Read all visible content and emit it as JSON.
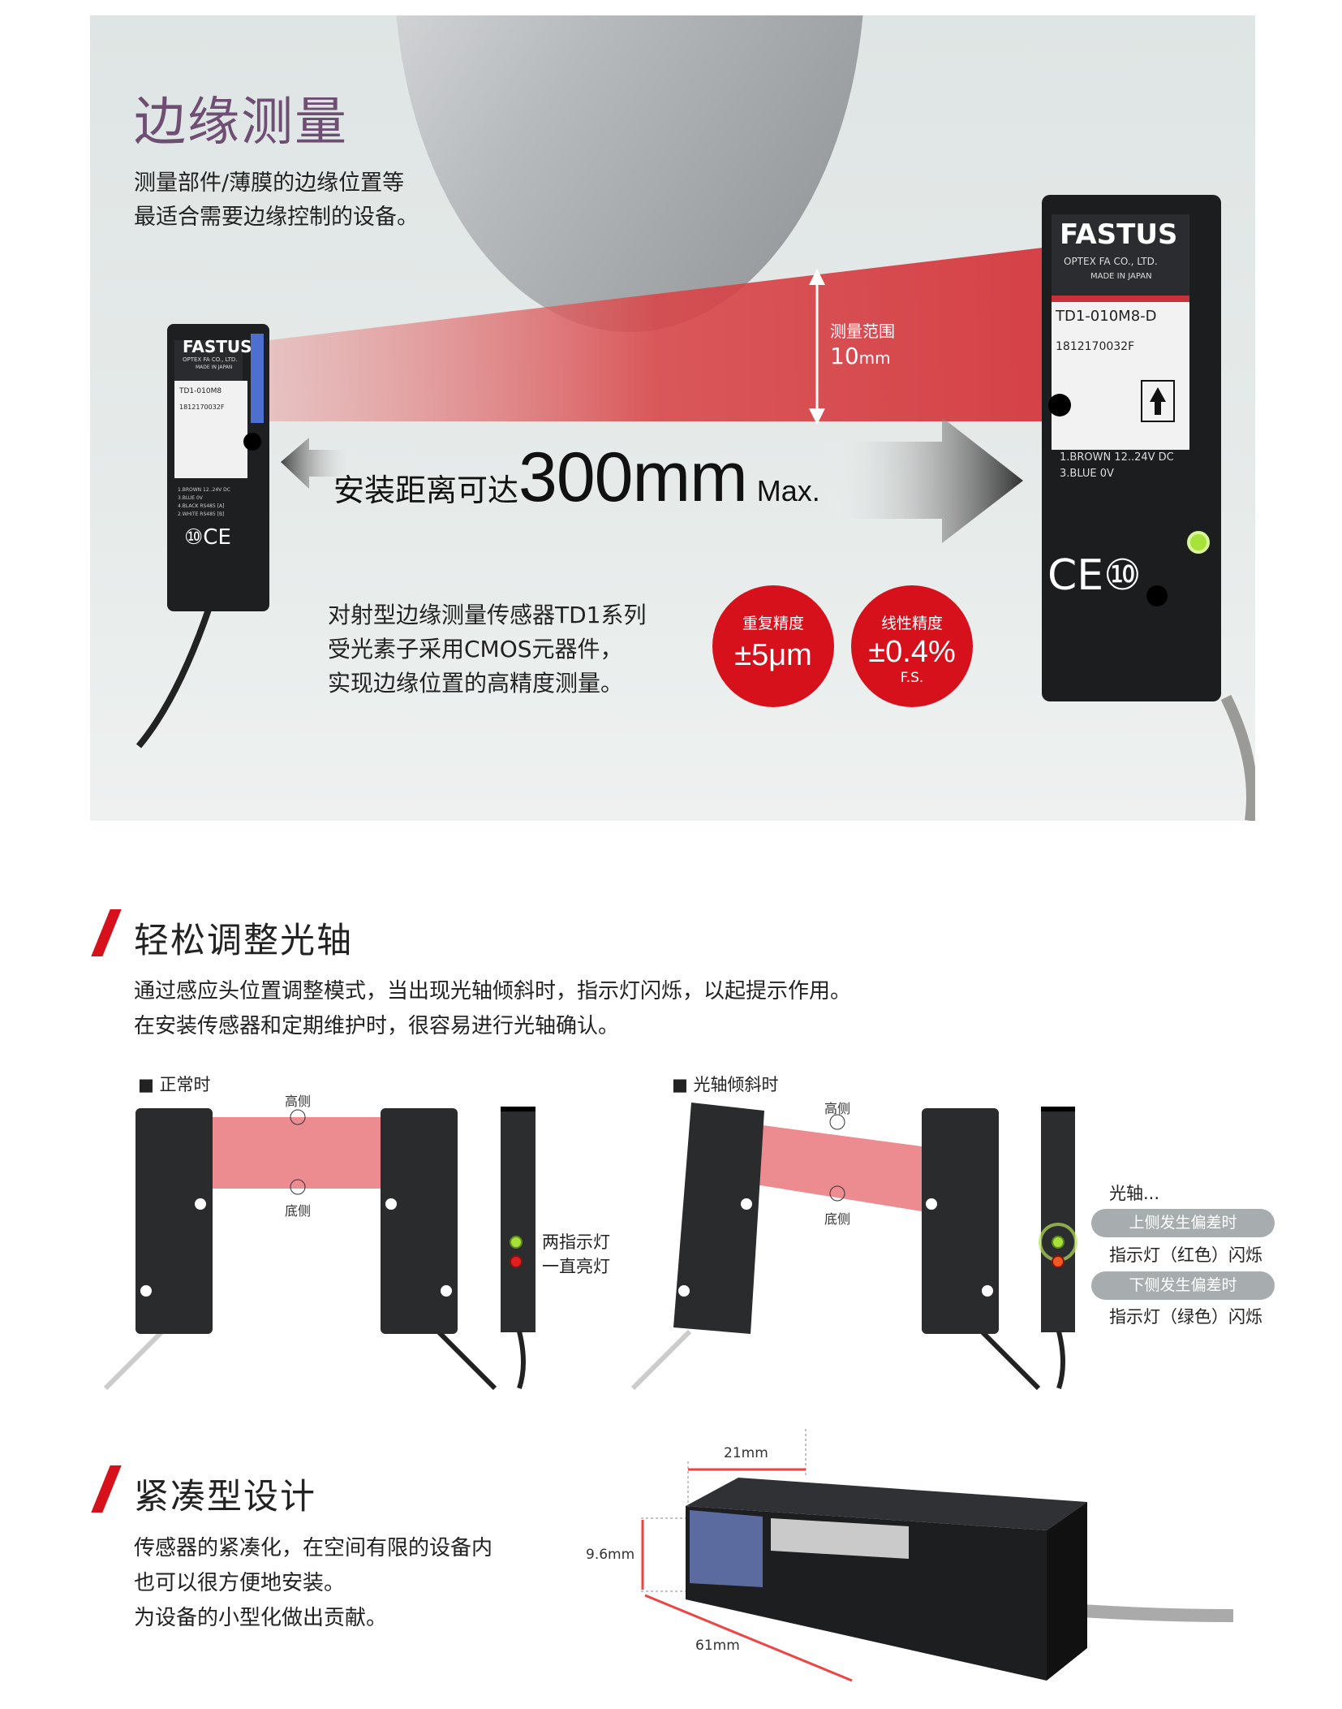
{
  "hero": {
    "title": "边缘测量",
    "subtitle": [
      "测量部件/薄膜的边缘位置等",
      "最适合需要边缘控制的设备。"
    ],
    "range_label": "测量范围",
    "range_value": "10",
    "range_unit": "mm",
    "distance_prefix": "安装距离可达",
    "distance_value": "300mm",
    "distance_suffix": "Max.",
    "description": [
      "对射型边缘测量传感器TD1系列",
      "受光素子采用CMOS元器件，",
      "实现边缘位置的高精度测量。"
    ],
    "badges": [
      {
        "label": "重复精度",
        "value": "±5μm",
        "note": ""
      },
      {
        "label": "线性精度",
        "value": "±0.4%",
        "note": "F.S."
      }
    ],
    "left_sensor": {
      "brand": "FASTUS",
      "maker": "OPTEX FA CO., LTD.",
      "origin": "MADE IN JAPAN",
      "model": "TD1-010M8",
      "serial": "1812170032F",
      "wiring": [
        "1.BROWN 12..24V DC",
        "3.BLUE 0V",
        "4.BLACK RS485 [A]",
        "2.WHITE RS485 [B]"
      ]
    },
    "right_sensor": {
      "brand": "FASTUS",
      "maker": "OPTEX FA CO., LTD.",
      "origin": "MADE IN JAPAN",
      "model": "TD1-010M8-D",
      "serial": "1812170032F",
      "wiring": [
        "1.BROWN 12..24V DC",
        "3.BLUE 0V"
      ]
    },
    "colors": {
      "accent": "#d7111b",
      "title": "#6e4e73",
      "beam": "#d9363a"
    }
  },
  "axis_section": {
    "heading": "轻松调整光轴",
    "body": [
      "通过感应头位置调整模式，当出现光轴倾斜时，指示灯闪烁，以起提示作用。",
      "在安装传感器和定期维护时，很容易进行光轴确认。"
    ],
    "normal": {
      "label": "正常时",
      "high": "高侧",
      "low": "底侧",
      "indicator_text": [
        "两指示灯",
        "一直亮灯"
      ]
    },
    "tilted": {
      "label": "光轴倾斜时",
      "high": "高侧",
      "low": "底侧",
      "axis_label": "光轴...",
      "upper_pill": "上侧发生偏差时",
      "upper_text": "指示灯（红色）闪烁",
      "lower_pill": "下侧发生偏差时",
      "lower_text": "指示灯（绿色）闪烁"
    }
  },
  "compact_section": {
    "heading": "紧凑型设计",
    "body": [
      "传感器的紧凑化，在空间有限的设备内",
      "也可以很方便地安装。",
      "为设备的小型化做出贡献。"
    ],
    "dimensions": {
      "width": "21mm",
      "height": "9.6mm",
      "length": "61mm"
    }
  }
}
